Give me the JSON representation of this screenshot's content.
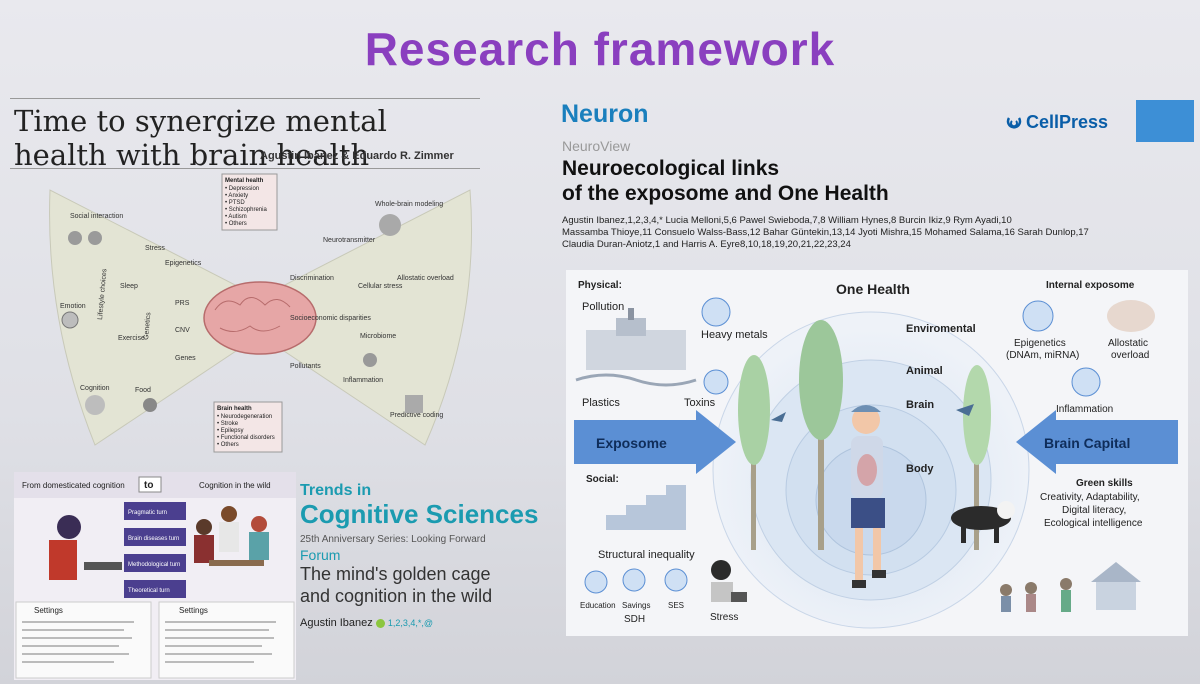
{
  "slide": {
    "title": "Research framework"
  },
  "left_paper": {
    "title_line1": "Time to synergize mental",
    "title_line2": "health with brain health",
    "authors": "Agustin Ibanez & Eduardo R. Zimmer",
    "mental_health": {
      "title": "Mental health",
      "items": [
        "• Depression",
        "• Anxiety",
        "• PTSD",
        "• Schizophrenia",
        "• Autism",
        "• Others"
      ]
    },
    "brain_health": {
      "title": "Brain health",
      "items": [
        "• Neurodegeneration",
        "• Stroke",
        "• Epilepsy",
        "• Functional disorders",
        "• Others"
      ]
    },
    "left_labels": [
      "Social interaction",
      "Stress",
      "Sleep",
      "Epigenetics",
      "PRS",
      "CNV",
      "Genes",
      "Exercise",
      "Emotion",
      "Cognition",
      "Food",
      "Lifestyle choices",
      "Genetics"
    ],
    "right_labels": [
      "Whole-brain modeling",
      "Neurotransmitter",
      "Discrimination",
      "Cellular stress",
      "Socioeconomic disparities",
      "Allostatic overload",
      "Microbiome",
      "Pollutants",
      "Inflammation",
      "Predictive coding"
    ]
  },
  "trends": {
    "journal_line1": "Trends in",
    "journal_line2": "Cognitive Sciences",
    "series": "25th Anniversary Series: Looking Forward",
    "section": "Forum",
    "article_line1": "The mind's golden cage",
    "article_line2": "and cognition in the wild",
    "author": "Agustin Ibanez",
    "affiliations": "1,2,3,4,*,@",
    "fig": {
      "from": "From domesticated cognition",
      "to": "to",
      "wild": "Cognition in the wild",
      "turns": [
        "Pragmatic turn",
        "Brain diseases turn",
        "Methodological turn",
        "Theoretical turn"
      ],
      "settings_left": "Settings",
      "settings_right": "Settings"
    }
  },
  "right_paper": {
    "journal": "Neuron",
    "publisher": "CellPress",
    "section": "NeuroView",
    "title_line1": "Neuroecological links",
    "title_line2": "of the exposome and One Health",
    "authors_line1": "Agustin Ibanez,1,2,3,4,* Lucia Melloni,5,6 Pawel Swieboda,7,8 William Hynes,8 Burcin Ikiz,9 Rym Ayadi,10",
    "authors_line2": "Massamba Thioye,11 Consuelo Walss-Bass,12 Bahar Güntekin,13,14 Jyoti Mishra,15 Mohamed Salama,16 Sarah Dunlop,17",
    "authors_line3": "Claudia Duran-Aniotz,1 and Harris A. Eyre8,10,18,19,20,21,22,23,24"
  },
  "one_health": {
    "center_title": "One Health",
    "rings": [
      "Enviromental",
      "Animal",
      "Brain",
      "Body"
    ],
    "physical": {
      "title": "Physical:",
      "items": [
        "Pollution",
        "Heavy metals",
        "Plastics",
        "Toxins"
      ]
    },
    "social": {
      "title": "Social:",
      "structural": "Structural inequality",
      "items": [
        "Education",
        "Savings",
        "SES"
      ],
      "sdh": "SDH",
      "stress": "Stress"
    },
    "exposome_arrow": "Exposome",
    "brain_capital_arrow": "Brain Capital",
    "internal": {
      "title": "Internal exposome",
      "epigenetics": "Epigenetics",
      "epigenetics_sub": "(DNAm, miRNA)",
      "allostatic": "Allostatic",
      "allostatic_sub": "overload",
      "inflammation": "Inflammation"
    },
    "green": {
      "title": "Green skills",
      "lines": [
        "Creativity, Adaptability,",
        "Digital literacy,",
        "Ecological intelligence"
      ]
    }
  }
}
